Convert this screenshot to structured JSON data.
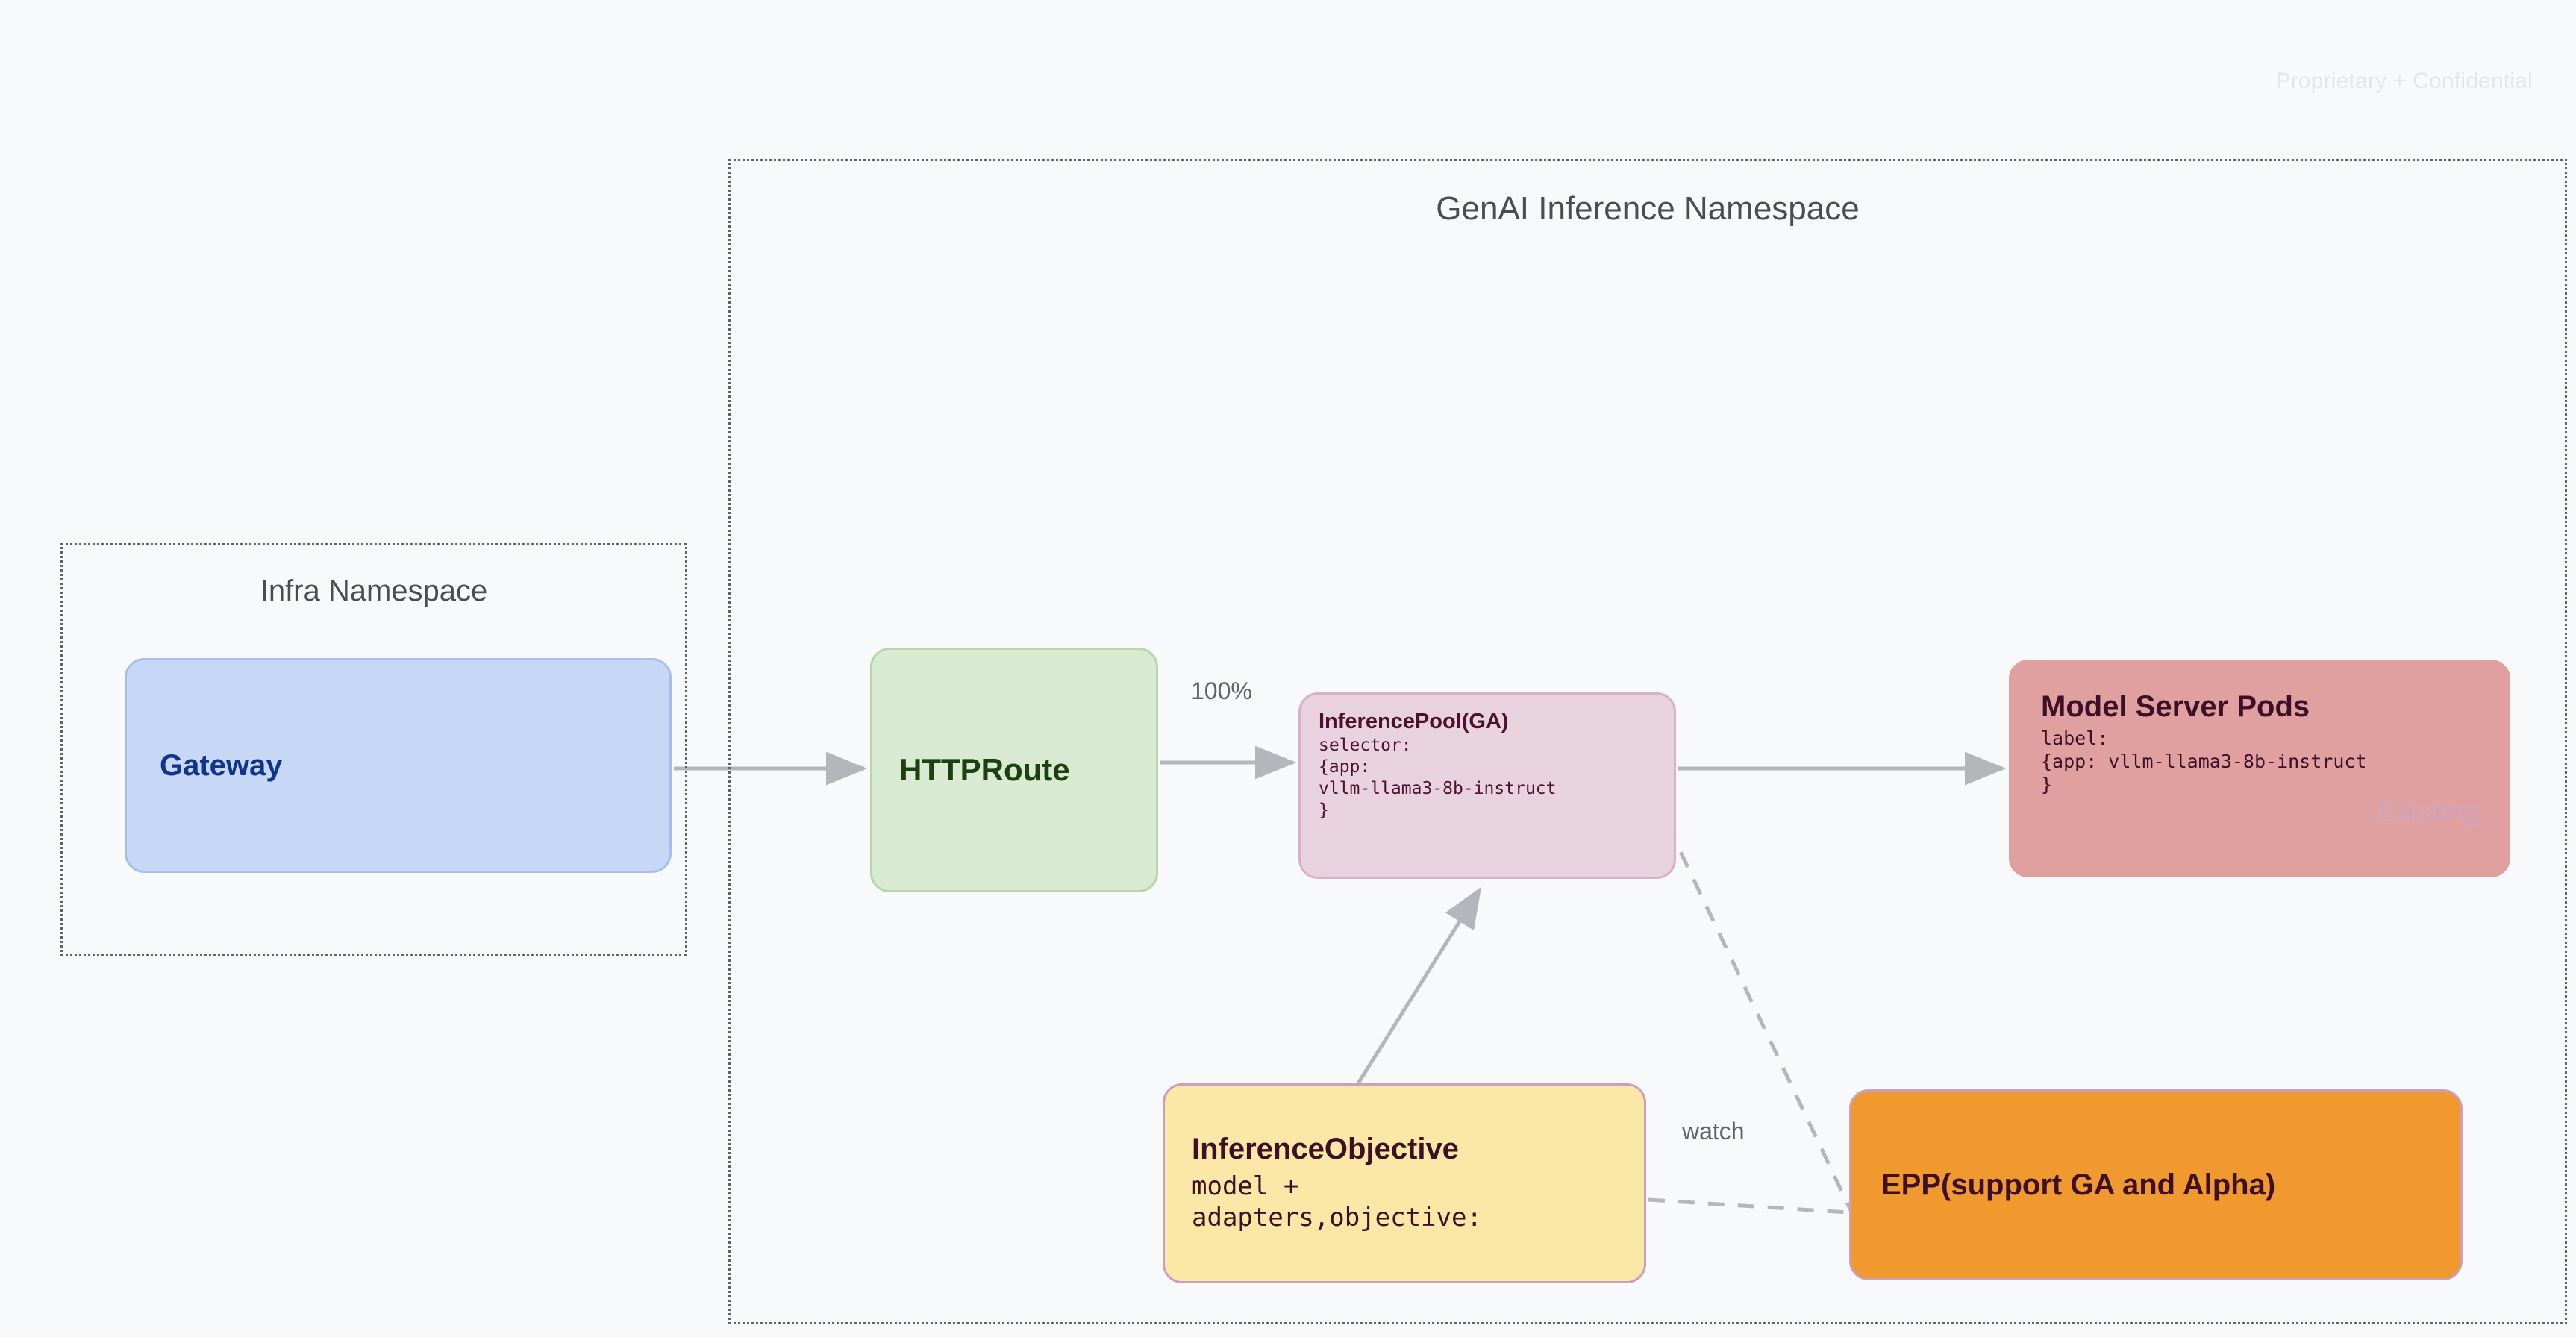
{
  "page": {
    "background_color": "#f7f9fa",
    "confidential_notice": "Proprietary + Confidential"
  },
  "namespaces": [
    {
      "id": "infra",
      "title": "Infra Namespace"
    },
    {
      "id": "genai",
      "title": "GenAI Inference Namespace"
    }
  ],
  "nodes": {
    "gateway": {
      "title": "Gateway",
      "fill": "#c7d7f6",
      "text_color": "#11348c"
    },
    "httproute": {
      "title": "HTTPRoute",
      "fill": "#d9ead3",
      "text_color": "#1d4011"
    },
    "inferencepool": {
      "title": "InferencePool(GA)",
      "body": "selector:\n{app:\nvllm-llama3-8b-instruct\n}",
      "fill": "#e8d2dd",
      "text_color": "#4c1130"
    },
    "modelserver": {
      "title": "Model Server Pods",
      "body": "label:\n{app: vllm-llama3-8b-instruct\n}",
      "badge": "Existing",
      "fill": "#e0a0a0",
      "text_color": "#3d1027",
      "badge_color": "#cfa6c0"
    },
    "inferenceobjective": {
      "title": "InferenceObjective",
      "body": "model +\nadapters,objective:",
      "fill": "#fce8a6",
      "text_color": "#3d1027"
    },
    "epp": {
      "title": "EPP(support GA and Alpha)",
      "fill": "#f0992e",
      "text_color": "#3d1027"
    }
  },
  "edges": {
    "gateway_to_httproute": {
      "label": "",
      "style": "solid"
    },
    "httproute_to_inferencepool": {
      "label": "100%",
      "style": "solid"
    },
    "inferencepool_to_modelserver": {
      "label": "",
      "style": "solid"
    },
    "inferenceobjective_to_inferencepool": {
      "label": "",
      "style": "solid"
    },
    "inferencepool_to_epp": {
      "label": "",
      "style": "dashed"
    },
    "inferenceobjective_to_epp": {
      "label": "watch",
      "style": "dashed"
    }
  },
  "colors": {
    "arrow": "#b3b7bb",
    "namespace_border": "#5f6368",
    "namespace_title": "#4a4d52",
    "edge_label": "#5f6368"
  }
}
